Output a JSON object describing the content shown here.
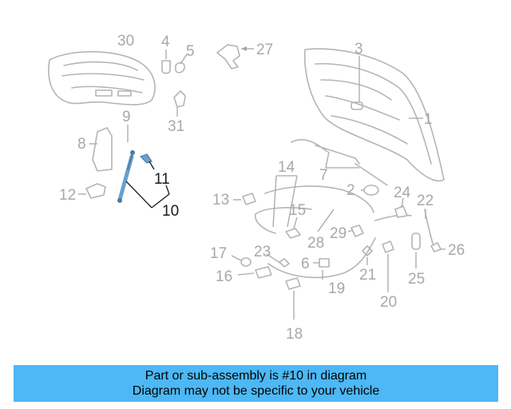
{
  "callouts": [
    {
      "id": "1",
      "label": "1",
      "highlighted": false
    },
    {
      "id": "2",
      "label": "2",
      "highlighted": false
    },
    {
      "id": "3",
      "label": "3",
      "highlighted": false
    },
    {
      "id": "4",
      "label": "4",
      "highlighted": false
    },
    {
      "id": "5",
      "label": "5",
      "highlighted": false
    },
    {
      "id": "6",
      "label": "6",
      "highlighted": false
    },
    {
      "id": "7",
      "label": "7",
      "highlighted": false
    },
    {
      "id": "8",
      "label": "8",
      "highlighted": false
    },
    {
      "id": "9",
      "label": "9",
      "highlighted": false
    },
    {
      "id": "10",
      "label": "10",
      "highlighted": true
    },
    {
      "id": "11",
      "label": "11",
      "highlighted": true
    },
    {
      "id": "12",
      "label": "12",
      "highlighted": false
    },
    {
      "id": "13",
      "label": "13",
      "highlighted": false
    },
    {
      "id": "14",
      "label": "14",
      "highlighted": false
    },
    {
      "id": "15",
      "label": "15",
      "highlighted": false
    },
    {
      "id": "16",
      "label": "16",
      "highlighted": false
    },
    {
      "id": "17",
      "label": "17",
      "highlighted": false
    },
    {
      "id": "18",
      "label": "18",
      "highlighted": false
    },
    {
      "id": "19",
      "label": "19",
      "highlighted": false
    },
    {
      "id": "20",
      "label": "20",
      "highlighted": false
    },
    {
      "id": "21",
      "label": "21",
      "highlighted": false
    },
    {
      "id": "22",
      "label": "22",
      "highlighted": false
    },
    {
      "id": "23",
      "label": "23",
      "highlighted": false
    },
    {
      "id": "24",
      "label": "24",
      "highlighted": false
    },
    {
      "id": "25",
      "label": "25",
      "highlighted": false
    },
    {
      "id": "26",
      "label": "26",
      "highlighted": false
    },
    {
      "id": "27",
      "label": "27",
      "highlighted": false
    },
    {
      "id": "28",
      "label": "28",
      "highlighted": false
    },
    {
      "id": "29",
      "label": "29",
      "highlighted": false
    },
    {
      "id": "30",
      "label": "30",
      "highlighted": false
    },
    {
      "id": "31",
      "label": "31",
      "highlighted": false
    }
  ],
  "colors": {
    "highlight": "#1a1a1a",
    "callout_gray": "#a8a8a8",
    "part_line": "#b4b4b4",
    "strut_highlight": "#6aa0cc",
    "banner_bg": "#4db8f5"
  },
  "banner": {
    "line1": "Part or sub-assembly is #10 in diagram",
    "line2": "Diagram may not be specific to your vehicle"
  }
}
